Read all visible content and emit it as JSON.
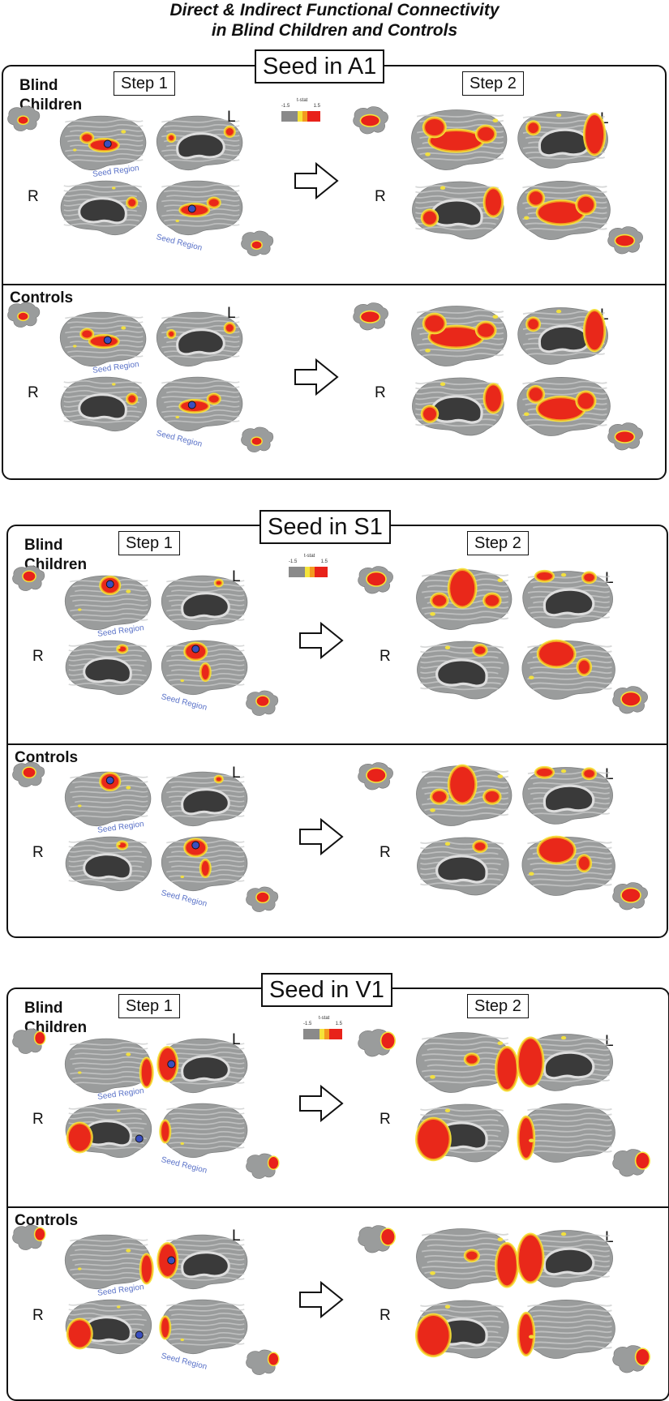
{
  "title_line1": "Direct & Indirect Functional Connectivity",
  "title_line2": "in Blind Children and Controls",
  "colorbar": {
    "label": "t-stat",
    "min": "-1.5",
    "max": "1.5",
    "colors": [
      "#8a8a8a",
      "#f5e33a",
      "#f39a1f",
      "#e8221a"
    ]
  },
  "labels": {
    "step1": "Step 1",
    "step2": "Step 2",
    "seed_region": "Seed Region",
    "left": "L",
    "right": "R",
    "blind": "Blind\nChildren",
    "controls": "Controls"
  },
  "panels": [
    {
      "seed": "Seed in A1"
    },
    {
      "seed": "Seed in S1"
    },
    {
      "seed": "Seed in V1"
    }
  ],
  "colors": {
    "cortex": "#9a9c9c",
    "cortex_light": "#c9cbcb",
    "medial_wall": "#3a3a3a",
    "activation_red": "#e8221a",
    "activation_orange": "#f39a1f",
    "activation_yellow": "#f5e33a",
    "seed_dot": "#3a4fbf"
  }
}
